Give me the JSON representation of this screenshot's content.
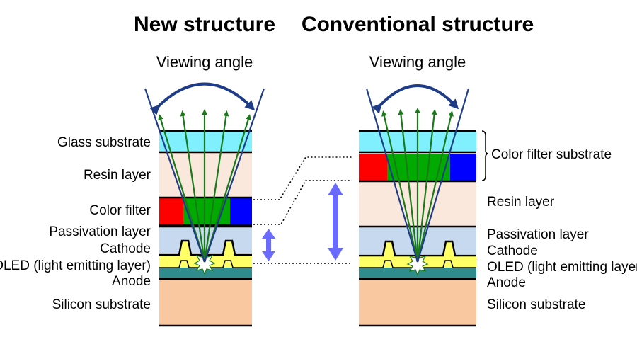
{
  "titles": {
    "new": "New structure",
    "conventional": "Conventional structure"
  },
  "viewing_angle": "Viewing angle",
  "left_labels": {
    "glass": "Glass substrate",
    "resin": "Resin layer",
    "color_filter": "Color filter",
    "passivation": "Passivation layer",
    "cathode": "Cathode",
    "oled": "OLED (light emitting layer)",
    "anode": "Anode",
    "silicon": "Silicon substrate"
  },
  "right_labels": {
    "color_filter_substrate": "Color filter substrate",
    "resin": "Resin layer",
    "passivation": "Passivation layer",
    "cathode": "Cathode",
    "oled": "OLED (light emitting layer)",
    "anode": "Anode",
    "silicon": "Silicon substrate"
  },
  "colors": {
    "glass": "#80f0ff",
    "resin": "#fbe8dc",
    "filter_red": "#ff0000",
    "filter_green": "#00aa00",
    "filter_blue": "#0000ff",
    "passivation": "#c7d9ef",
    "oled": "#ffff66",
    "anode": "#2f8c8c",
    "silicon": "#f9c8a0",
    "light_ray": "#1a7a1a",
    "view_line": "#1f3c88",
    "gap_arrow": "#6a6aff"
  }
}
